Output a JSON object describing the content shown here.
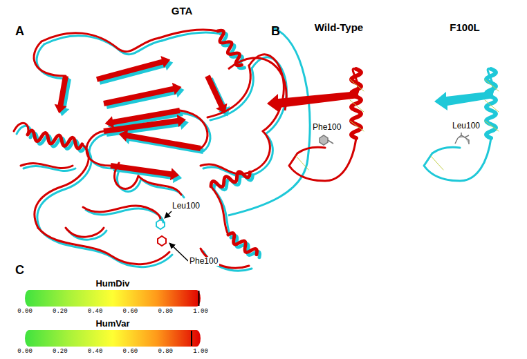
{
  "diagram": {
    "labels": [
      "A",
      "GTA",
      "Leu100",
      "Phe100",
      "B",
      "Wild-Type",
      "F100L",
      "Phe100",
      "Leu100",
      "C",
      "HumDiv",
      "0.00",
      "0.20",
      "0.40",
      "0.60",
      "0.80",
      "1.00",
      "HumVar",
      "0.00",
      "0.20",
      "0.40",
      "0.60",
      "0.80",
      "1.00"
    ]
  }
}
